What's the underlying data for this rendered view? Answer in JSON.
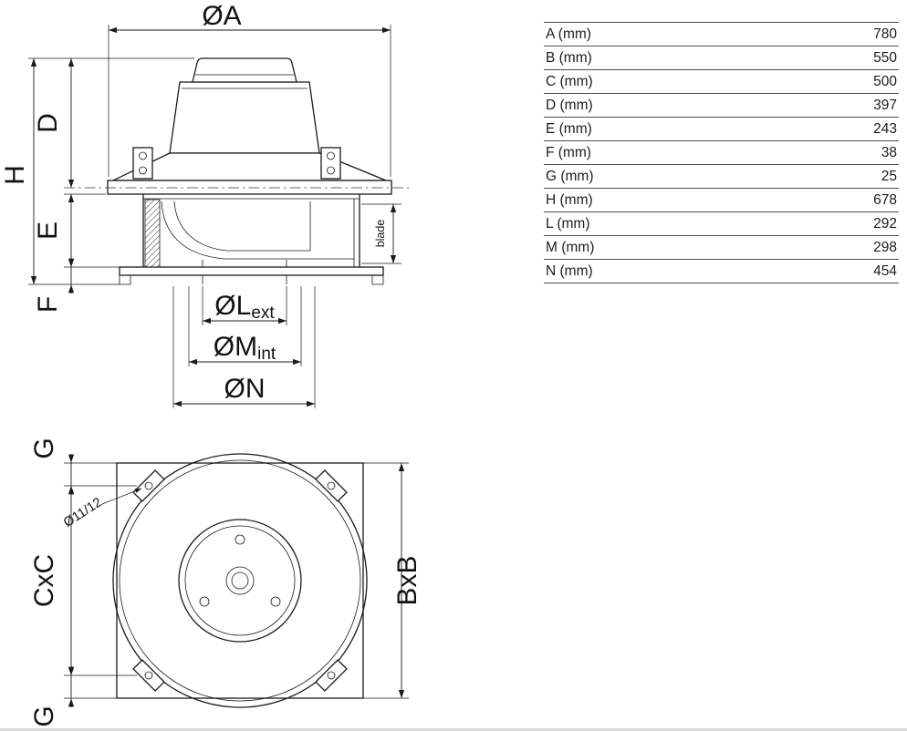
{
  "drawing": {
    "side_view": {
      "dim_a": "ØA",
      "dim_h": "H",
      "dim_d": "D",
      "dim_e": "E",
      "dim_f": "F",
      "blade_label": "blade",
      "dim_l_prefix": "ØL",
      "dim_l_sub": "ext",
      "dim_m_prefix": "ØM",
      "dim_m_sub": "int",
      "dim_n": "ØN"
    },
    "plan_view": {
      "dim_g_top": "G",
      "dim_cxc": "CxC",
      "dim_g_bottom": "G",
      "dim_bxb": "BxB",
      "hole_label": "Ø11/12"
    }
  },
  "dimensions_table": {
    "rows": [
      {
        "label": "A (mm)",
        "value": "780"
      },
      {
        "label": "B (mm)",
        "value": "550"
      },
      {
        "label": "C (mm)",
        "value": "500"
      },
      {
        "label": "D (mm)",
        "value": "397"
      },
      {
        "label": "E (mm)",
        "value": "243"
      },
      {
        "label": "F (mm)",
        "value": "38"
      },
      {
        "label": "G (mm)",
        "value": "25"
      },
      {
        "label": "H (mm)",
        "value": "678"
      },
      {
        "label": "L (mm)",
        "value": "292"
      },
      {
        "label": "M (mm)",
        "value": "298"
      },
      {
        "label": "N (mm)",
        "value": "454"
      }
    ]
  }
}
